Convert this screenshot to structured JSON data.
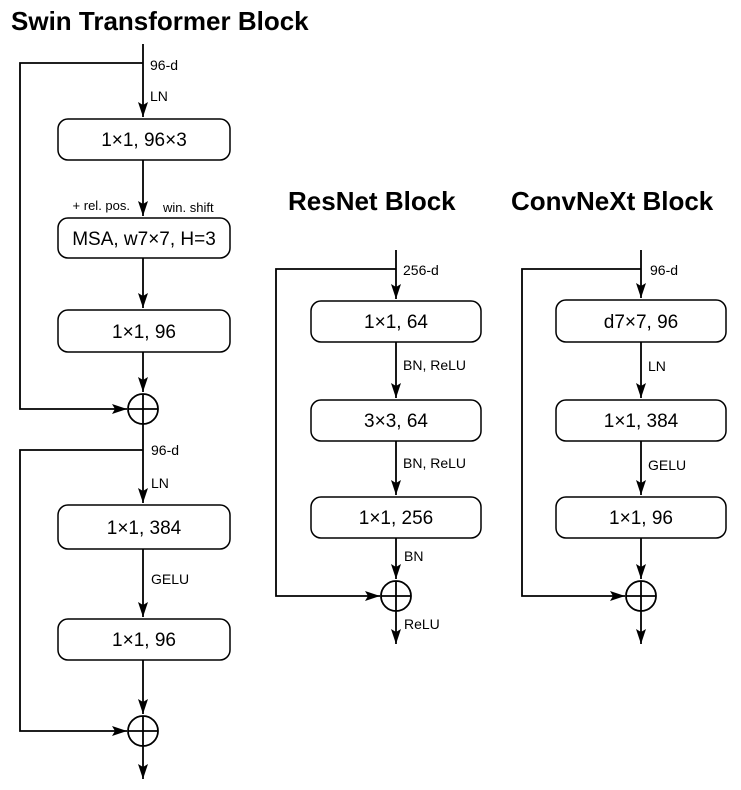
{
  "colors": {
    "background": "#ffffff",
    "line": "#000000",
    "text": "#000000"
  },
  "swin": {
    "title": "Swin Transformer Block",
    "input_dim": "96-d",
    "pre_norm": "LN",
    "rel_pos": "+ rel. pos.",
    "win_shift": "win. shift",
    "mid_dim": "96-d",
    "mid_norm": "LN",
    "activation": "GELU",
    "boxes": {
      "expand": "1×1, 96×3",
      "msa": "MSA, w7×7, H=3",
      "proj": "1×1, 96",
      "mlp_up": "1×1, 384",
      "mlp_down": "1×1, 96"
    }
  },
  "resnet": {
    "title": "ResNet Block",
    "input_dim": "256-d",
    "bn_relu_1": "BN, ReLU",
    "bn_relu_2": "BN, ReLU",
    "bn": "BN",
    "out_act": "ReLU",
    "boxes": {
      "reduce": "1×1, 64",
      "conv": "3×3, 64",
      "expand": "1×1, 256"
    }
  },
  "convnext": {
    "title": "ConvNeXt Block",
    "input_dim": "96-d",
    "norm": "LN",
    "activation": "GELU",
    "boxes": {
      "dwconv": "d7×7, 96",
      "mlp_up": "1×1, 384",
      "mlp_down": "1×1, 96"
    }
  }
}
